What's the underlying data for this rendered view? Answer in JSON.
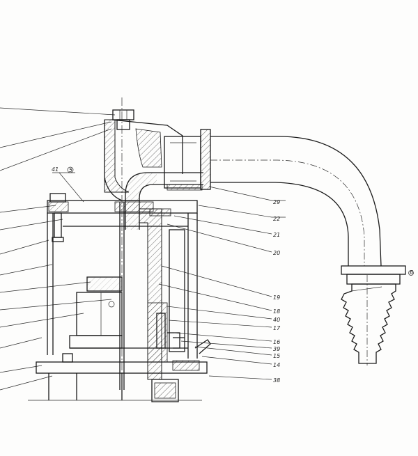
{
  "drawing": {
    "top_callout": "41",
    "top_callout_circle": "5",
    "side_marker": "6",
    "callouts": [
      {
        "id": "c29",
        "text": "29"
      },
      {
        "id": "c22",
        "text": "22"
      },
      {
        "id": "c21",
        "text": "21"
      },
      {
        "id": "c20",
        "text": "20"
      },
      {
        "id": "c19",
        "text": "19"
      },
      {
        "id": "c18",
        "text": "18"
      },
      {
        "id": "c40",
        "text": "40"
      },
      {
        "id": "c17",
        "text": "17"
      },
      {
        "id": "c16",
        "text": "16"
      },
      {
        "id": "c39",
        "text": "39"
      },
      {
        "id": "c15",
        "text": "15"
      },
      {
        "id": "c14",
        "text": "14"
      },
      {
        "id": "c38",
        "text": "38"
      }
    ]
  },
  "colors": {
    "ink": "#1a1a1a",
    "paper": "#fdfdfc"
  }
}
